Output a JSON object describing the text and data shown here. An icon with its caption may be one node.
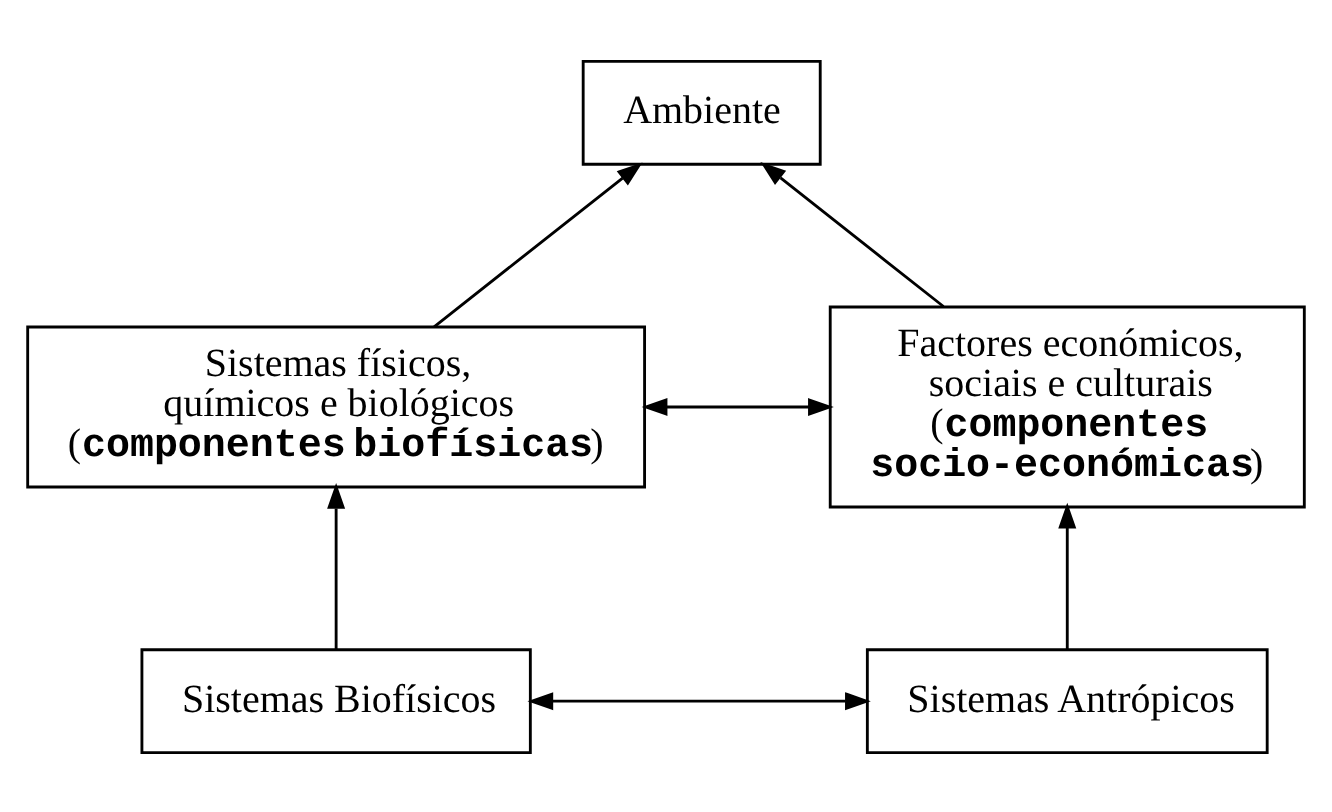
{
  "diagram": {
    "nodes": [
      {
        "text": [
          "Ambiente"
        ]
      },
      {
        "text": [
          "Sistemas físicos, químicos e biológicos (**componentes biofísicas**)"
        ]
      },
      {
        "text": [
          "Factores económicos, sociais e culturais (**componentes socio-económicas**)"
        ]
      },
      {
        "text": [
          "Sistemas Biofísicos"
        ]
      },
      {
        "text": [
          "Sistemas Antrópicos"
        ]
      }
    ],
    "edges": [
      {
        "from": 1,
        "to": 0,
        "arrow": "to"
      },
      {
        "from": 2,
        "to": 0,
        "arrow": "to"
      },
      {
        "from": 1,
        "to": 2,
        "arrow": "both"
      },
      {
        "from": 3,
        "to": 1,
        "arrow": "to"
      },
      {
        "from": 4,
        "to": 2,
        "arrow": "to"
      },
      {
        "from": 3,
        "to": 4,
        "arrow": "both"
      }
    ]
  }
}
